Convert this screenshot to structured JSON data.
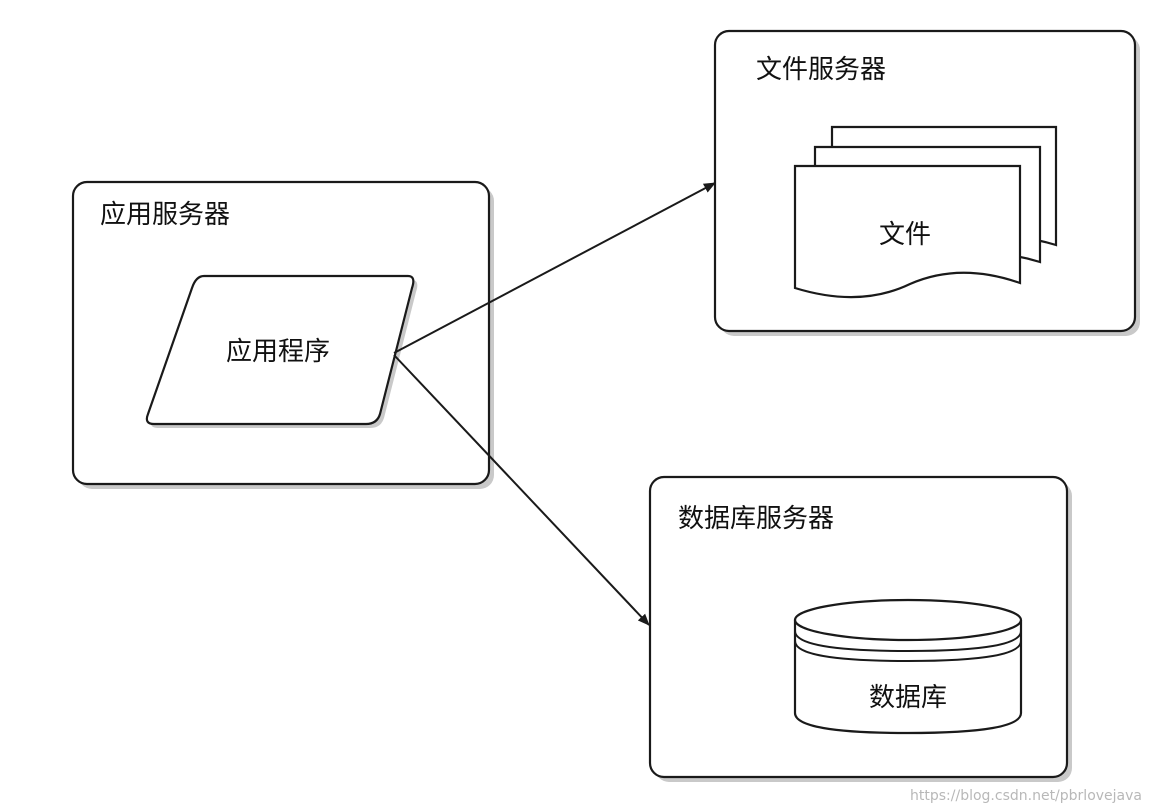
{
  "diagram": {
    "app_server": {
      "title": "应用服务器",
      "program_label": "应用程序"
    },
    "file_server": {
      "title": "文件服务器",
      "file_label": "文件"
    },
    "db_server": {
      "title": "数据库服务器",
      "db_label": "数据库"
    },
    "connections": [
      {
        "from": "应用程序",
        "to": "文件服务器"
      },
      {
        "from": "应用程序",
        "to": "数据库服务器"
      }
    ]
  },
  "watermark": "https://blog.csdn.net/pbrlovejava",
  "colors": {
    "stroke": "#1a1a1a",
    "shadow": "#c9c9c9",
    "background": "#ffffff"
  }
}
